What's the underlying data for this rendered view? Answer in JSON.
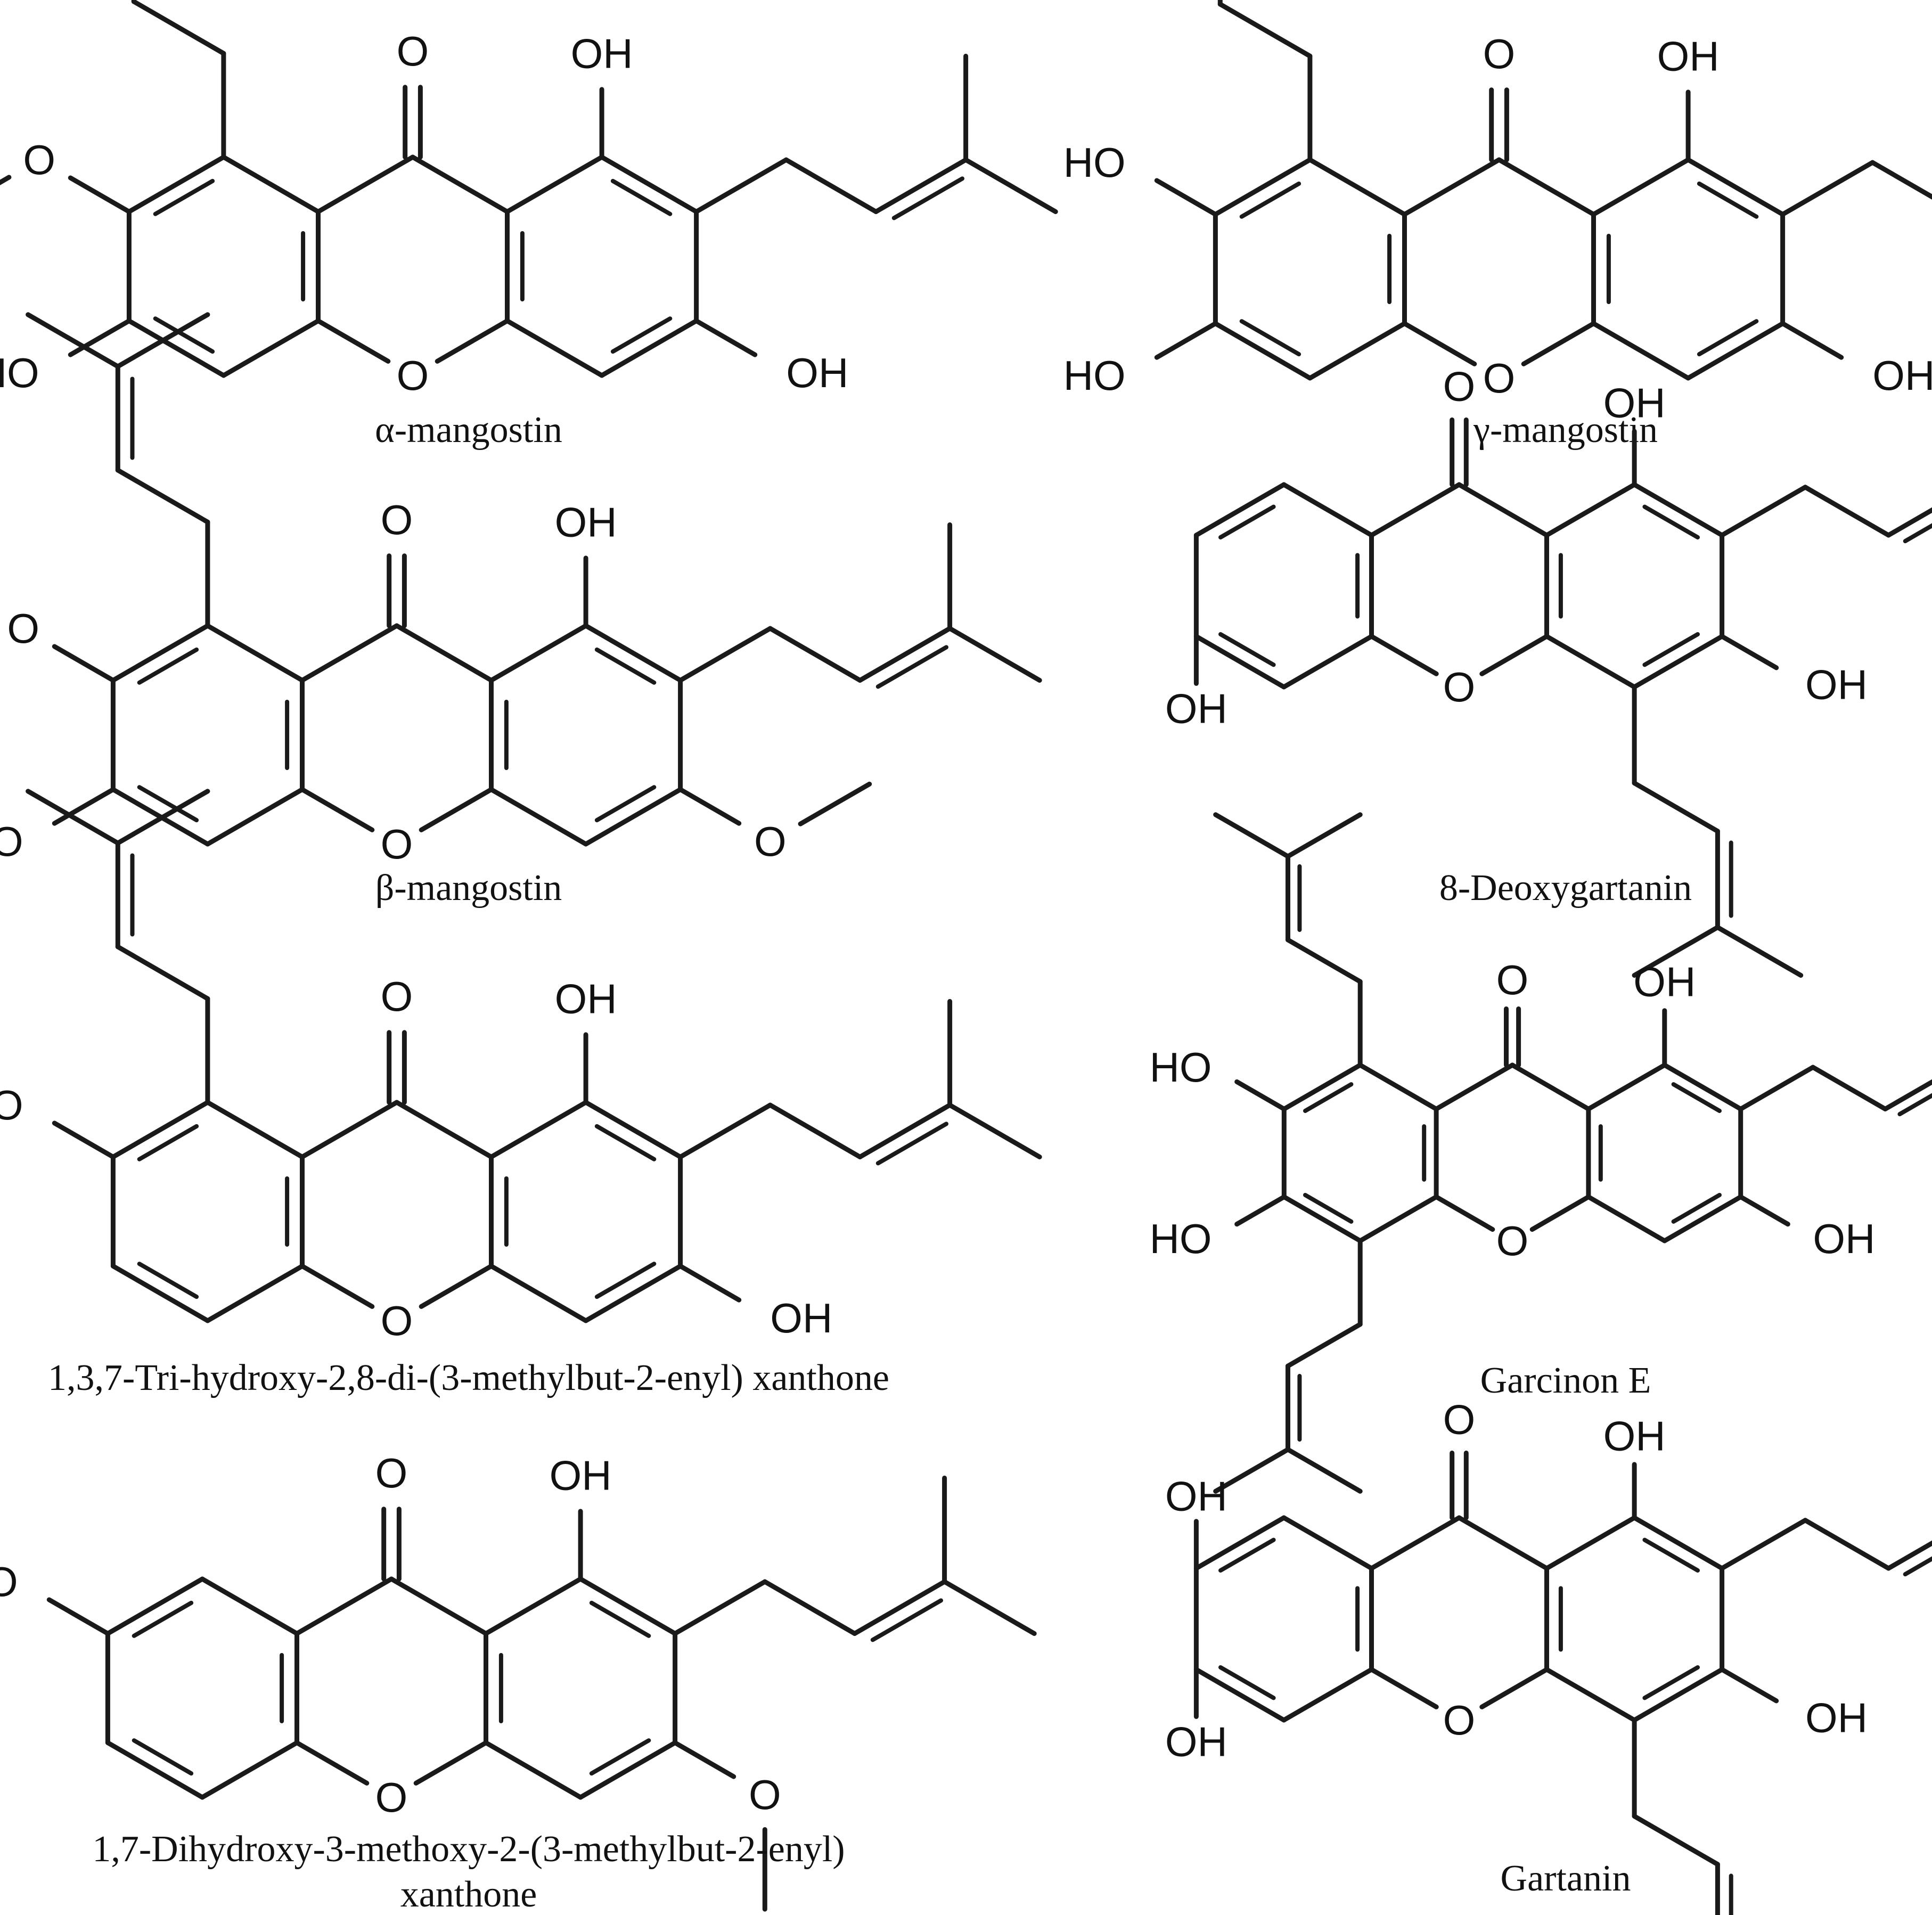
{
  "figure": {
    "compounds": [
      {
        "name": "α-mangostin"
      },
      {
        "name": "γ-mangostin"
      },
      {
        "name": "β-mangostin"
      },
      {
        "name": "8-Deoxygartanin"
      },
      {
        "name": "1,3,7-Tri-hydroxy-2,8-di-(3-methylbut-2-enyl) xanthone"
      },
      {
        "name": "Garcinon E"
      },
      {
        "name": "1,7-Dihydroxy-3-methoxy-2-(3-methylbut-2-enyl)",
        "name_line2": "xanthone"
      },
      {
        "name": "Gartanin"
      }
    ],
    "atom_labels": {
      "carbonyl_o": "O",
      "ring_o": "O",
      "hydroxyl": "OH",
      "hydroxyl_left": "HO",
      "methoxy_o": "O"
    }
  }
}
